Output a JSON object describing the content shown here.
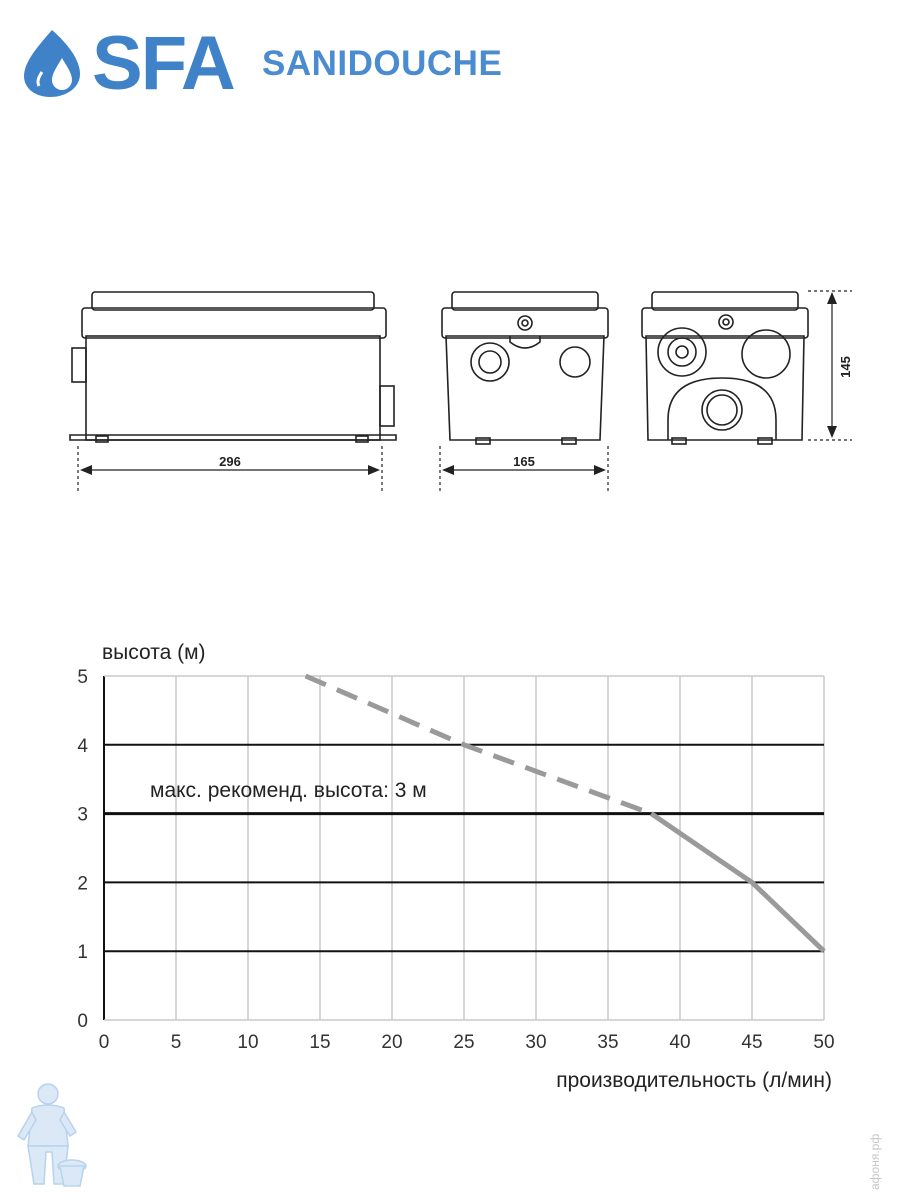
{
  "header": {
    "brand": "SFA",
    "product": "SANIDOUCHE"
  },
  "dimensions": {
    "length": "296",
    "width": "165",
    "height": "145"
  },
  "watermark": "афоня.рф",
  "colors": {
    "brand": "#3f82c8",
    "curve": "#9a9a9a",
    "grid_major": "#111111",
    "grid_minor": "#c8c8c8"
  },
  "chart_data": {
    "type": "line",
    "ylabel": "высота (м)",
    "xlabel": "производительность (л/мин)",
    "annotation": "макс. рекоменд. высота: 3 м",
    "xlim": [
      0,
      50
    ],
    "ylim": [
      0,
      5
    ],
    "xticks": [
      0,
      5,
      10,
      15,
      20,
      25,
      30,
      35,
      40,
      45,
      50
    ],
    "yticks": [
      0,
      1,
      2,
      3,
      4,
      5
    ],
    "grid": true,
    "series": [
      {
        "style": "dashed",
        "x": [
          14,
          25,
          38
        ],
        "y": [
          5,
          4,
          3
        ]
      },
      {
        "style": "solid",
        "x": [
          38,
          45,
          50
        ],
        "y": [
          3,
          2,
          1
        ]
      }
    ]
  }
}
